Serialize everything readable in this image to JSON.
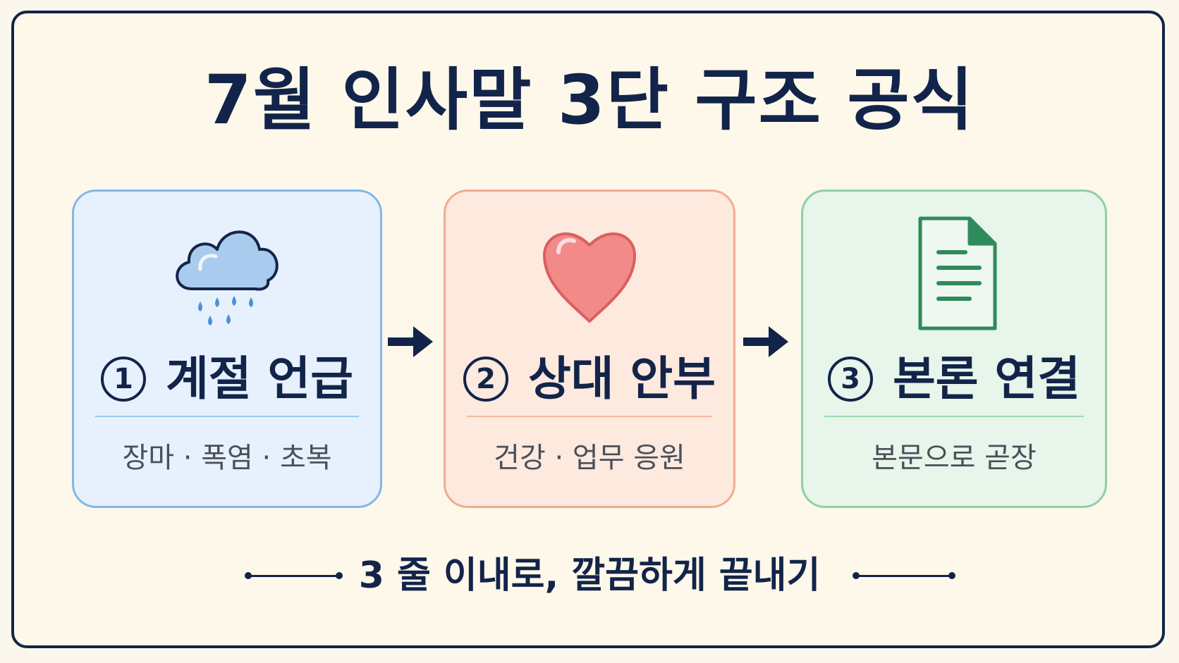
{
  "title": "7월 인사말 3단 구조 공식",
  "steps": [
    {
      "number": "1",
      "title": "계절 언급",
      "subtitle": "장마 · 폭염 · 초복",
      "icon": "rain-cloud-icon"
    },
    {
      "number": "2",
      "title": "상대 안부",
      "subtitle": "건강 · 업무 응원",
      "icon": "heart-icon"
    },
    {
      "number": "3",
      "title": "본론 연결",
      "subtitle": "본문으로 곧장",
      "icon": "document-icon"
    }
  ],
  "footer": "3 줄 이내로, 깔끔하게 끝내기",
  "colors": {
    "navy": "#13244a",
    "blue_card": "#e6f1fd",
    "pink_card": "#fde9de",
    "green_card": "#e7f5ea"
  }
}
